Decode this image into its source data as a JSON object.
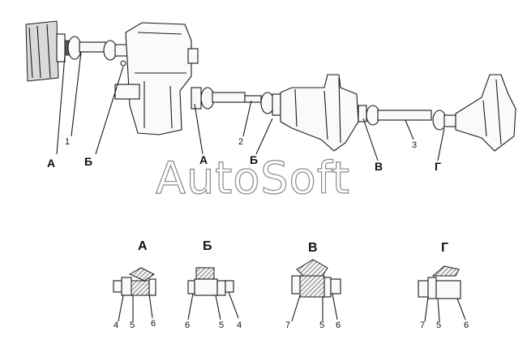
{
  "watermark": "AutoSoft",
  "assembly_labels": {
    "a1": "А",
    "b1": "Б",
    "a2": "А",
    "b2": "Б",
    "v": "В",
    "g": "Г"
  },
  "part_numbers": {
    "p1": "1",
    "p2": "2",
    "p3": "3"
  },
  "details": [
    {
      "title": "А",
      "parts": [
        "4",
        "5",
        "6"
      ]
    },
    {
      "title": "Б",
      "parts": [
        "6",
        "5",
        "4"
      ]
    },
    {
      "title": "В",
      "parts": [
        "7",
        "5",
        "6"
      ]
    },
    {
      "title": "Г",
      "parts": [
        "7",
        "5",
        "6"
      ]
    }
  ]
}
